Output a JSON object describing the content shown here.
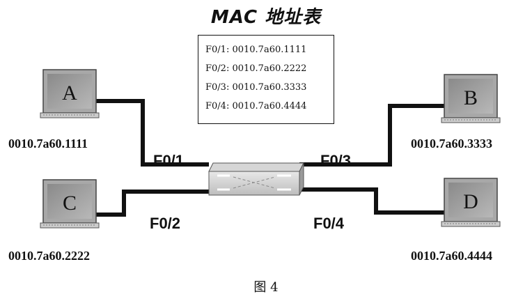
{
  "title": "MAC 地址表",
  "mac_table": [
    "F0/1: 0010.7a60.1111",
    "F0/2: 0010.7a60.2222",
    "F0/3: 0010.7a60.3333",
    "F0/4: 0010.7a60.4444"
  ],
  "hosts": [
    {
      "label": "A",
      "address": "0010.7a60.1111"
    },
    {
      "label": "B",
      "address": "0010.7a60.3333"
    },
    {
      "label": "C",
      "address": "0010.7a60.2222"
    },
    {
      "label": "D",
      "address": "0010.7a60.4444"
    }
  ],
  "ports": [
    "F0/1",
    "F0/2",
    "F0/3",
    "F0/4"
  ],
  "caption": "图 4"
}
